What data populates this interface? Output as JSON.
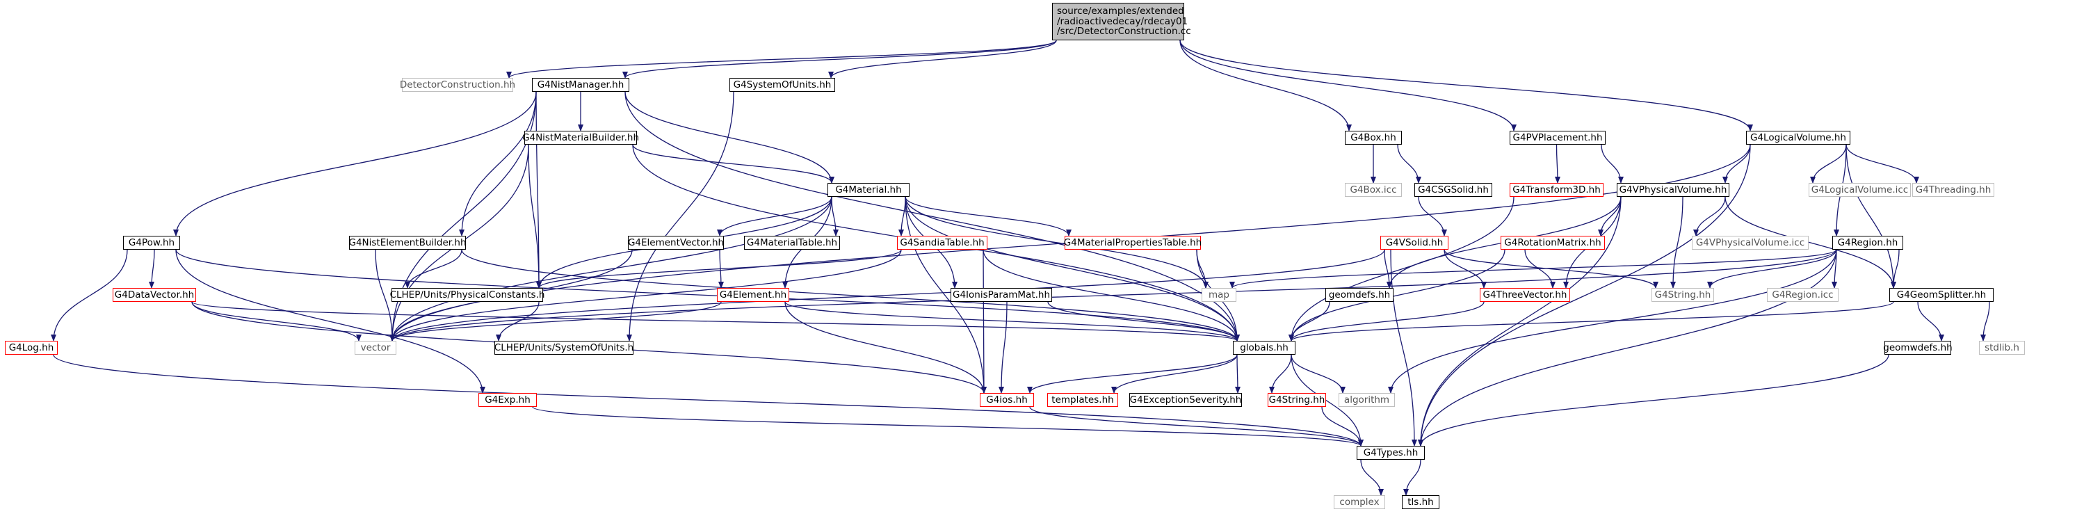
{
  "colors": {
    "edge": "#191970",
    "node_border": "#000000",
    "gray_border": "#bfbfbf",
    "red_border": "#ff0000",
    "root_fill": "#bfbfbf"
  },
  "nodes": [
    {
      "id": "root",
      "lines": [
        "source/examples/extended",
        "/radioactivedecay/rdecay01",
        "/src/DetectorConstruction.cc"
      ],
      "kind": "root"
    },
    {
      "id": "detcon",
      "label": "DetectorConstruction.hh",
      "kind": "gray"
    },
    {
      "id": "nistman",
      "label": "G4NistManager.hh",
      "kind": "black"
    },
    {
      "id": "sysunits",
      "label": "G4SystemOfUnits.hh",
      "kind": "black"
    },
    {
      "id": "box",
      "label": "G4Box.hh",
      "kind": "black"
    },
    {
      "id": "pvplace",
      "label": "G4PVPlacement.hh",
      "kind": "black"
    },
    {
      "id": "logvol",
      "label": "G4LogicalVolume.hh",
      "kind": "black"
    },
    {
      "id": "nistmatb",
      "label": "G4NistMaterialBuilder.hh",
      "kind": "black"
    },
    {
      "id": "boxicc",
      "label": "G4Box.icc",
      "kind": "gray"
    },
    {
      "id": "csgsolid",
      "label": "G4CSGSolid.hh",
      "kind": "black"
    },
    {
      "id": "transform3d",
      "label": "G4Transform3D.hh",
      "kind": "red"
    },
    {
      "id": "vphysvol",
      "label": "G4VPhysicalVolume.hh",
      "kind": "black"
    },
    {
      "id": "logvolicc",
      "label": "G4LogicalVolume.icc",
      "kind": "gray"
    },
    {
      "id": "threading",
      "label": "G4Threading.hh",
      "kind": "gray"
    },
    {
      "id": "material",
      "label": "G4Material.hh",
      "kind": "black"
    },
    {
      "id": "pow",
      "label": "G4Pow.hh",
      "kind": "black"
    },
    {
      "id": "nisteb",
      "label": "G4NistElementBuilder.hh",
      "kind": "black"
    },
    {
      "id": "elemvec",
      "label": "G4ElementVector.hh",
      "kind": "black"
    },
    {
      "id": "mattable",
      "label": "G4MaterialTable.hh",
      "kind": "black"
    },
    {
      "id": "sandia",
      "label": "G4SandiaTable.hh",
      "kind": "red"
    },
    {
      "id": "matprop",
      "label": "G4MaterialPropertiesTable.hh",
      "kind": "red"
    },
    {
      "id": "vsolid",
      "label": "G4VSolid.hh",
      "kind": "red"
    },
    {
      "id": "rotmat",
      "label": "G4RotationMatrix.hh",
      "kind": "red"
    },
    {
      "id": "vphysvolicc",
      "label": "G4VPhysicalVolume.icc",
      "kind": "gray"
    },
    {
      "id": "region",
      "label": "G4Region.hh",
      "kind": "black"
    },
    {
      "id": "datavec",
      "label": "G4DataVector.hh",
      "kind": "red"
    },
    {
      "id": "clhepphys",
      "label": "CLHEP/Units/PhysicalConstants.h",
      "kind": "black"
    },
    {
      "id": "element",
      "label": "G4Element.hh",
      "kind": "red"
    },
    {
      "id": "ionis",
      "label": "G4IonisParamMat.hh",
      "kind": "black"
    },
    {
      "id": "map",
      "label": "map",
      "kind": "gray"
    },
    {
      "id": "geomdefs",
      "label": "geomdefs.hh",
      "kind": "black"
    },
    {
      "id": "threevec",
      "label": "G4ThreeVector.hh",
      "kind": "red"
    },
    {
      "id": "g4string1",
      "label": "G4String.hh",
      "kind": "gray"
    },
    {
      "id": "regionicc",
      "label": "G4Region.icc",
      "kind": "gray"
    },
    {
      "id": "geomsplit",
      "label": "G4GeomSplitter.hh",
      "kind": "black"
    },
    {
      "id": "log",
      "label": "G4Log.hh",
      "kind": "red"
    },
    {
      "id": "vector",
      "label": "vector",
      "kind": "gray"
    },
    {
      "id": "clhepsys",
      "label": "CLHEP/Units/SystemOfUnits.h",
      "kind": "black"
    },
    {
      "id": "globals",
      "label": "globals.hh",
      "kind": "black"
    },
    {
      "id": "stdlib",
      "label": "stdlib.h",
      "kind": "gray"
    },
    {
      "id": "geomwdefs",
      "label": "geomwdefs.hh",
      "kind": "black"
    },
    {
      "id": "exp",
      "label": "G4Exp.hh",
      "kind": "red"
    },
    {
      "id": "ios",
      "label": "G4ios.hh",
      "kind": "red"
    },
    {
      "id": "templates",
      "label": "templates.hh",
      "kind": "red"
    },
    {
      "id": "excsev",
      "label": "G4ExceptionSeverity.hh",
      "kind": "black"
    },
    {
      "id": "g4string2",
      "label": "G4String.hh",
      "kind": "red"
    },
    {
      "id": "algorithm",
      "label": "algorithm",
      "kind": "gray"
    },
    {
      "id": "types",
      "label": "G4Types.hh",
      "kind": "black"
    },
    {
      "id": "complex",
      "label": "complex",
      "kind": "gray"
    },
    {
      "id": "tls",
      "label": "tls.hh",
      "kind": "black"
    }
  ],
  "edges": [
    [
      "root",
      "detcon"
    ],
    [
      "root",
      "nistman"
    ],
    [
      "root",
      "sysunits"
    ],
    [
      "root",
      "box"
    ],
    [
      "root",
      "pvplace"
    ],
    [
      "root",
      "logvol"
    ],
    [
      "nistman",
      "nistmatb"
    ],
    [
      "nistman",
      "material"
    ],
    [
      "nistman",
      "pow"
    ],
    [
      "nistman",
      "nisteb"
    ],
    [
      "nistman",
      "vector"
    ],
    [
      "nistman",
      "clhepphys"
    ],
    [
      "nistman",
      "globals"
    ],
    [
      "sysunits",
      "clhepsys"
    ],
    [
      "box",
      "boxicc"
    ],
    [
      "box",
      "csgsolid"
    ],
    [
      "pvplace",
      "transform3d"
    ],
    [
      "pvplace",
      "vphysvol"
    ],
    [
      "logvol",
      "vphysvol"
    ],
    [
      "logvol",
      "logvolicc"
    ],
    [
      "logvol",
      "threading"
    ],
    [
      "logvol",
      "region"
    ],
    [
      "logvol",
      "geomsplit"
    ],
    [
      "logvol",
      "types"
    ],
    [
      "logvol",
      "vector"
    ],
    [
      "nistmatb",
      "material"
    ],
    [
      "nistmatb",
      "vector"
    ],
    [
      "nistmatb",
      "clhepphys"
    ],
    [
      "nistmatb",
      "globals"
    ],
    [
      "csgsolid",
      "vsolid"
    ],
    [
      "transform3d",
      "globals"
    ],
    [
      "vphysvol",
      "vphysvolicc"
    ],
    [
      "vphysvol",
      "rotmat"
    ],
    [
      "vphysvol",
      "threevec"
    ],
    [
      "vphysvol",
      "geomdefs"
    ],
    [
      "vphysvol",
      "g4string1"
    ],
    [
      "vphysvol",
      "geomsplit"
    ],
    [
      "vphysvol",
      "types"
    ],
    [
      "material",
      "elemvec"
    ],
    [
      "material",
      "mattable"
    ],
    [
      "material",
      "sandia"
    ],
    [
      "material",
      "matprop"
    ],
    [
      "material",
      "element"
    ],
    [
      "material",
      "ionis"
    ],
    [
      "material",
      "map"
    ],
    [
      "material",
      "vector"
    ],
    [
      "material",
      "clhepphys"
    ],
    [
      "material",
      "globals"
    ],
    [
      "material",
      "ios"
    ],
    [
      "pow",
      "datavec"
    ],
    [
      "pow",
      "log"
    ],
    [
      "pow",
      "exp"
    ],
    [
      "pow",
      "globals"
    ],
    [
      "nisteb",
      "clhepphys"
    ],
    [
      "nisteb",
      "vector"
    ],
    [
      "nisteb",
      "globals"
    ],
    [
      "elemvec",
      "element"
    ],
    [
      "elemvec",
      "vector"
    ],
    [
      "sandia",
      "clhepphys"
    ],
    [
      "sandia",
      "vector"
    ],
    [
      "sandia",
      "globals"
    ],
    [
      "sandia",
      "ios"
    ],
    [
      "matprop",
      "map"
    ],
    [
      "matprop",
      "globals"
    ],
    [
      "vsolid",
      "geomdefs"
    ],
    [
      "vsolid",
      "threevec"
    ],
    [
      "vsolid",
      "g4string1"
    ],
    [
      "vsolid",
      "vector"
    ],
    [
      "vsolid",
      "types"
    ],
    [
      "rotmat",
      "threevec"
    ],
    [
      "rotmat",
      "globals"
    ],
    [
      "region",
      "map"
    ],
    [
      "region",
      "g4string1"
    ],
    [
      "region",
      "regionicc"
    ],
    [
      "region",
      "geomsplit"
    ],
    [
      "region",
      "vector"
    ],
    [
      "region",
      "algorithm"
    ],
    [
      "region",
      "types"
    ],
    [
      "datavec",
      "vector"
    ],
    [
      "datavec",
      "ios"
    ],
    [
      "datavec",
      "globals"
    ],
    [
      "clhepphys",
      "clhepsys"
    ],
    [
      "element",
      "globals"
    ],
    [
      "element",
      "ios"
    ],
    [
      "element",
      "vector"
    ],
    [
      "ionis",
      "globals"
    ],
    [
      "ionis",
      "ios"
    ],
    [
      "geomdefs",
      "globals"
    ],
    [
      "threevec",
      "globals"
    ],
    [
      "geomsplit",
      "globals"
    ],
    [
      "geomsplit",
      "stdlib"
    ],
    [
      "geomsplit",
      "geomwdefs"
    ],
    [
      "log",
      "types"
    ],
    [
      "geomwdefs",
      "types"
    ],
    [
      "exp",
      "types"
    ],
    [
      "globals",
      "ios"
    ],
    [
      "globals",
      "templates"
    ],
    [
      "globals",
      "excsev"
    ],
    [
      "globals",
      "g4string2"
    ],
    [
      "globals",
      "algorithm"
    ],
    [
      "globals",
      "types"
    ],
    [
      "ios",
      "types"
    ],
    [
      "g4string2",
      "types"
    ],
    [
      "types",
      "complex"
    ],
    [
      "types",
      "tls"
    ]
  ]
}
